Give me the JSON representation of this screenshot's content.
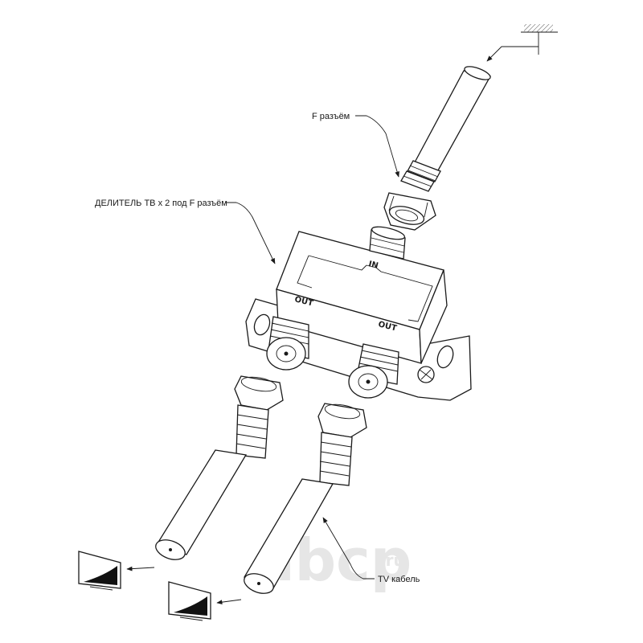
{
  "labels": {
    "f_connector": "F разъём",
    "splitter": "ДЕЛИТЕЛЬ ТВ х 2 под F разъём",
    "tv_cable": "TV кабель"
  },
  "ports": {
    "in": "IN",
    "out_left": "OUT",
    "out_right": "OUT"
  },
  "watermark": {
    "brand": "abcp",
    "suffix": ".ru"
  }
}
